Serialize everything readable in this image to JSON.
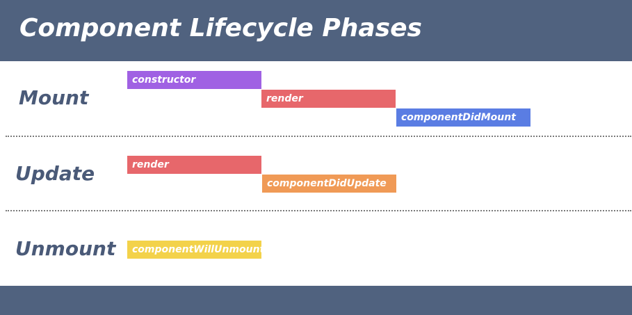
{
  "title": "Component Lifecycle Phases",
  "colors": {
    "header_bg": "#50627f",
    "label": "#4a5a78",
    "constructor": "#a061e3",
    "render": "#e7676b",
    "componentDidMount": "#5a7de3",
    "componentDidUpdate": "#f09a56",
    "componentWillUnmount": "#f3d24a"
  },
  "phases": [
    {
      "label": "Mount",
      "steps": [
        "constructor",
        "render",
        "componentDidMount"
      ]
    },
    {
      "label": "Update",
      "steps": [
        "render",
        "componentDidUpdate"
      ]
    },
    {
      "label": "Unmount",
      "steps": [
        "componentWillUnmount"
      ]
    }
  ]
}
